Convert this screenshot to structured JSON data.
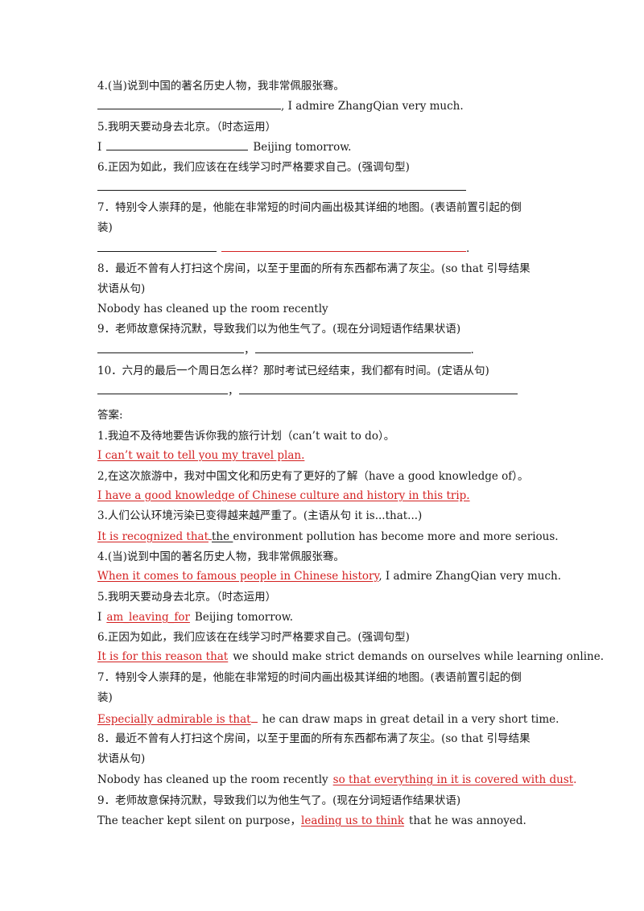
{
  "questions": {
    "q4": {
      "prompt": "4.(当)说到中国的著名历史人物，我非常佩服张骞。",
      "tail": ", I admire ZhangQian very much."
    },
    "q5": {
      "prompt": "5.我明天要动身去北京。（时态运用）",
      "head": "I",
      "tail": "Beijing tomorrow."
    },
    "q6": {
      "prompt": "6.正因为如此，我们应该在在线学习时严格要求自己。(强调句型)"
    },
    "q7": {
      "prompt_1": "7．特别令人崇拜的是，他能在非常短的时间内画出极其详细的地图。(表语前置引起的倒",
      "prompt_2": "装)",
      "tail": "."
    },
    "q8": {
      "prompt_1": "8．最近不曾有人打扫这个房间，以至于里面的所有东西都布满了灰尘。(so that 引导结果",
      "prompt_2": "状语从句)",
      "stem": "Nobody has cleaned up the room recently"
    },
    "q9": {
      "prompt": "9．老师故意保持沉默，导致我们以为他生气了。(现在分词短语作结果状语)",
      "comma": "，",
      "tail": "."
    },
    "q10": {
      "prompt": "10．六月的最后一个周日怎么样？那时考试已经结束，我们都有时间。(定语从句)",
      "comma": "，"
    }
  },
  "answers": {
    "heading": "答案:",
    "a1": {
      "prompt": "1.我迫不及待地要告诉你我的旅行计划（can’t wait to do）。",
      "answer": " I can’t wait to tell you my travel plan."
    },
    "a2": {
      "prompt": "2,在这次旅游中，我对中国文化和历史有了更好的了解（have a good knowledge of）。",
      "answer": "I have a good knowledge of Chinese culture and history in this trip."
    },
    "a3": {
      "prompt": "3.人们公认环境污染已变得越来越严重了。(主语从句  it is...that...)",
      "answer": "It is recognized that",
      "middle": "the ",
      "tail": "environment pollution has become more and more serious."
    },
    "a4": {
      "prompt": "4.(当)说到中国的著名历史人物，我非常佩服张骞。",
      "answer": "When it comes to famous people in Chinese history",
      "tail": ", I admire ZhangQian very much."
    },
    "a5": {
      "prompt": "5.我明天要动身去北京。（时态运用）",
      "head": "I",
      "answer": "am_leaving_for",
      "tail": "Beijing tomorrow."
    },
    "a6": {
      "prompt": "6.正因为如此，我们应该在在线学习时严格要求自己。(强调句型)",
      "answer": "It is for this reason that",
      "tail": "we should make strict demands on ourselves while learning online."
    },
    "a7": {
      "prompt_1": "7．特别令人崇拜的是，他能在非常短的时间内画出极其详细的地图。(表语前置引起的倒",
      "prompt_2": "装)",
      "answer": "Especially admirable is that",
      "tail": "he can draw maps in great detail in a very short time."
    },
    "a8": {
      "prompt_1": "8．最近不曾有人打扫这个房间，以至于里面的所有东西都布满了灰尘。(so that 引导结果",
      "prompt_2": "状语从句)",
      "stem": "Nobody has cleaned up the room recently",
      "answer": "so that everything in it is covered with dust",
      "period": "."
    },
    "a9": {
      "prompt": "9．老师故意保持沉默，导致我们以为他生气了。(现在分词短语作结果状语)",
      "head": "The teacher kept silent on purpose，",
      "answer": "leading us to think",
      "tail": "that he was annoyed."
    }
  },
  "colors": {
    "text": "#1a1a1a",
    "answer_red": "#d42121"
  }
}
